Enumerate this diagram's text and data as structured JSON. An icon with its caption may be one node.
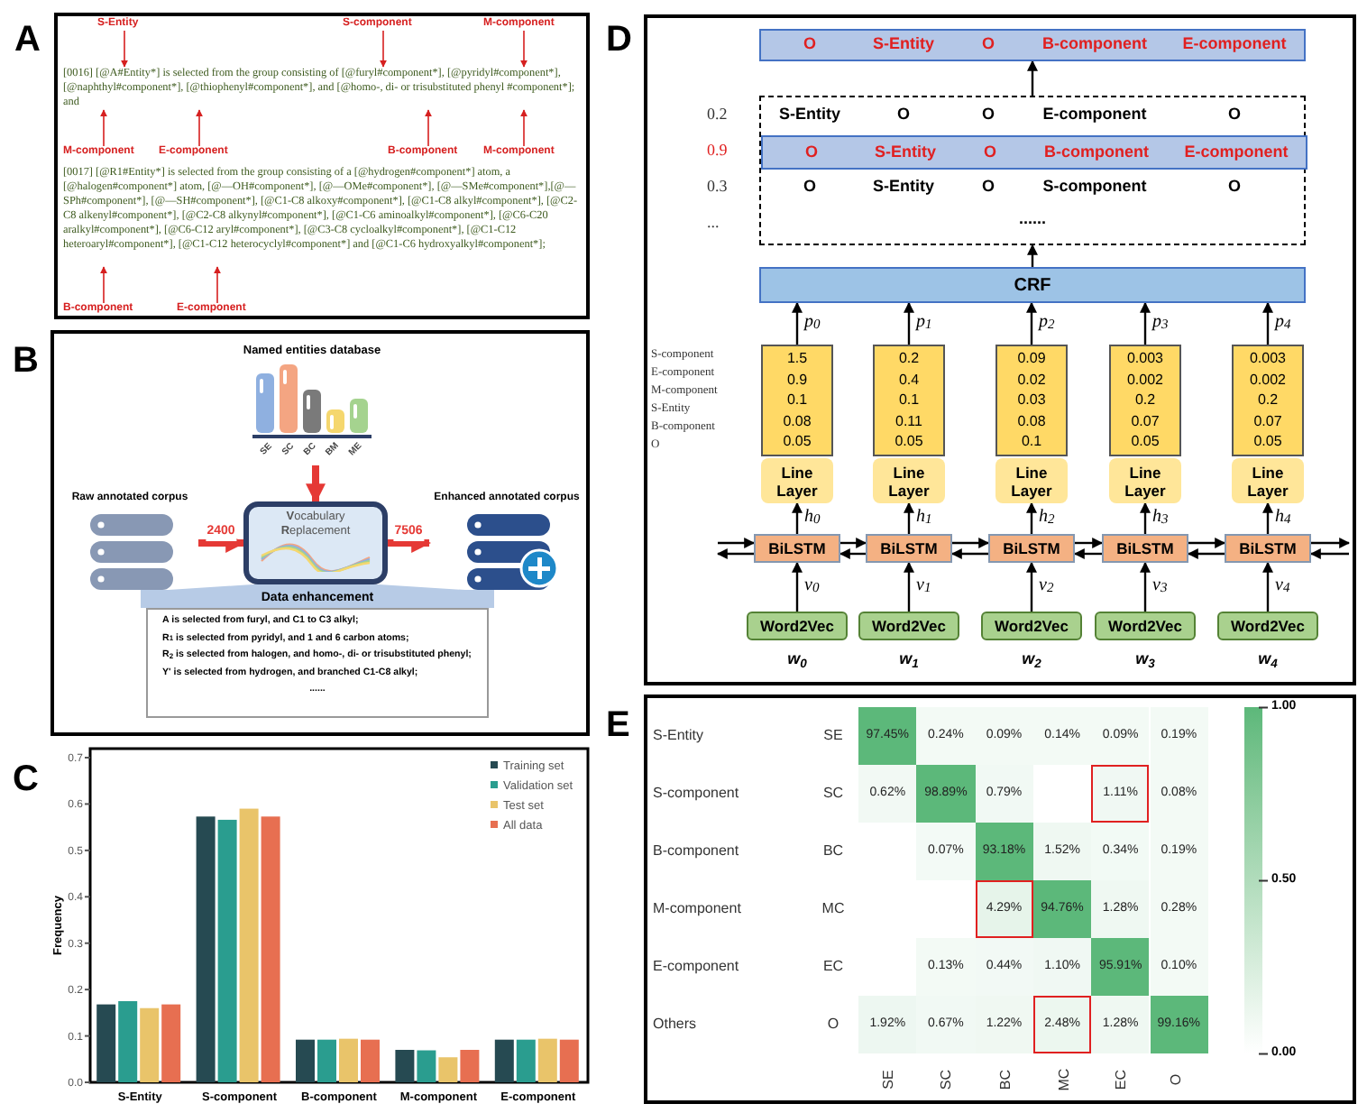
{
  "diagram": {
    "nodes": [
      {
        "text": [
          "S-Entity"
        ]
      },
      {
        "text": [
          "S-component"
        ]
      },
      {
        "text": [
          "M-component"
        ]
      },
      {
        "text": [
          "M-component"
        ]
      },
      {
        "text": [
          "E-component"
        ]
      },
      {
        "text": [
          "B-component"
        ]
      },
      {
        "text": [
          "M-component"
        ]
      },
      {
        "text": [
          "B-component"
        ]
      },
      {
        "text": [
          "E-component"
        ]
      },
      {
        "text": [
          "Named entities database"
        ],
        "beside": [
          "SE",
          "SC",
          "BC",
          "BM",
          "ME"
        ]
      },
      {
        "text": [
          "Raw annotated corpus"
        ]
      },
      {
        "text": [
          "**V**ocabulary **R**eplacement"
        ]
      },
      {
        "text": [
          "Enhanced annotated corpus"
        ]
      },
      {
        "text": [
          "Data enhancement",
          "A is selected from furyl, and C1 to C3 alkyl;",
          "R$_{1}$ is selected from pyridyl, and 1 and 6 carbon atoms;",
          "R$_{2}$ is selected from halogen, and homo-, di- or trisubstituted phenyl;",
          "Y' is selected from hydrogen, and branched C1-C8 alkyl;",
          "......"
        ]
      },
      {
        "text": [
          "O",
          "S-Entity",
          "O",
          "B-component",
          "E-component"
        ]
      },
      {
        "text": [
          "S-Entity",
          "O",
          "O",
          "E-component",
          "O",
          "O",
          "S-Entity",
          "O",
          "S-component",
          "O",
          "......"
        ]
      },
      {
        "text": [
          "O",
          "S-Entity",
          "O",
          "B-component",
          "E-component"
        ],
        "in": 15
      },
      {
        "text": [
          "CRF"
        ]
      },
      {
        "text": [
          "1.5",
          "0.9",
          "0.1",
          "0.08",
          "0.05"
        ]
      },
      {
        "text": [
          "0.2",
          "0.4",
          "0.1",
          "0.11",
          "0.05"
        ]
      },
      {
        "text": [
          "0.09",
          "0.02",
          "0.03",
          "0.08",
          "0.1"
        ]
      },
      {
        "text": [
          "0.003",
          "0.002",
          "0.2",
          "0.07",
          "0.05"
        ]
      },
      {
        "text": [
          "0.003",
          "0.002",
          "0.2",
          "0.07",
          "0.05"
        ]
      },
      {
        "text": [
          "Line Layer"
        ]
      },
      {
        "text": [
          "Line Layer"
        ]
      },
      {
        "text": [
          "Line Layer"
        ]
      },
      {
        "text": [
          "Line Layer"
        ]
      },
      {
        "text": [
          "Line Layer"
        ]
      },
      {
        "text": [
          "BiLSTM"
        ]
      },
      {
        "text": [
          "BiLSTM"
        ]
      },
      {
        "text": [
          "BiLSTM"
        ]
      },
      {
        "text": [
          "BiLSTM"
        ]
      },
      {
        "text": [
          "BiLSTM"
        ]
      },
      {
        "text": [
          "Word2Vec"
        ],
        "beside": [
          "w$_{0}$"
        ]
      },
      {
        "text": [
          "Word2Vec"
        ],
        "beside": [
          "w$_{1}$"
        ]
      },
      {
        "text": [
          "Word2Vec"
        ],
        "beside": [
          "w$_{2}$"
        ]
      },
      {
        "text": [
          "Word2Vec"
        ],
        "beside": [
          "w$_{3}$"
        ]
      },
      {
        "text": [
          "Word2Vec"
        ],
        "beside": [
          "w$_{4}$"
        ]
      },
      {
        "text": [
          "[0016] [@A#Entity*] is selected from the group consisting of [@furyl#component*], [@pyridyl#component*], [@naphthyl#component*], [@thiophenyl#component*], and [@homo-, di- or trisubstituted phenyl #component*]; and"
        ]
      },
      {
        "text": [
          "[0017] [@R1#Entity*] is selected from the group consisting of a [@hydrogen#component*] atom, a [@halogen#component*] atom, [@—OH#component*], [@—OMe#component*], [@—SMe#component*],[@—SPh#component*], [@—SH#component*], [@C1-C8 alkoxy#component*], [@C1-C8 alkyl#component*], [@C2-C8 alkenyl#component*], [@C2-C8 alkynyl#component*], [@C1-C6 aminoalkyl#component*], [@C6-C20 aralkyl#component*], [@C6-C12 aryl#component*], [@C3-C8 cycloalkyl#component*], [@C1-C12 heteroaryl#component*], [@C1-C12 heterocyclyl#component*] and [@C1-C6 hydroxyalkyl#component*];"
        ]
      }
    ],
    "edges": [
      {
        "from": 0,
        "to": 38,
        "arrow": "to",
        "color": "#d62020"
      },
      {
        "from": 1,
        "to": 38,
        "arrow": "to",
        "color": "#d62020"
      },
      {
        "from": 2,
        "to": 38,
        "arrow": "to",
        "color": "#d62020"
      },
      {
        "from": 3,
        "to": 38,
        "arrow": "to",
        "color": "#d62020"
      },
      {
        "from": 4,
        "to": 38,
        "arrow": "to",
        "color": "#d62020"
      },
      {
        "from": 5,
        "to": 38,
        "arrow": "to",
        "color": "#d62020"
      },
      {
        "from": 6,
        "to": 38,
        "arrow": "to",
        "color": "#d62020"
      },
      {
        "from": 7,
        "to": 39,
        "arrow": "to",
        "color": "#d62020"
      },
      {
        "from": 8,
        "to": 39,
        "arrow": "to",
        "color": "#d62020"
      },
      {
        "from": 9,
        "to": 11,
        "arrow": "to",
        "style": "thick",
        "color": "#e53935"
      },
      {
        "from": 10,
        "to": 11,
        "arrow": "to",
        "label": "2400",
        "style": "thick",
        "color": "#e53935"
      },
      {
        "from": 11,
        "to": 12,
        "arrow": "to",
        "label": "7506",
        "style": "thick",
        "color": "#e53935"
      },
      {
        "from": 15,
        "to": 14,
        "arrow": "to"
      },
      {
        "from": 17,
        "to": 15,
        "arrow": "to"
      },
      {
        "from": 18,
        "to": 17,
        "arrow": "to",
        "label": "p$_{0}$"
      },
      {
        "from": 19,
        "to": 17,
        "arrow": "to",
        "label": "p$_{1}$"
      },
      {
        "from": 20,
        "to": 17,
        "arrow": "to",
        "label": "p$_{2}$"
      },
      {
        "from": 21,
        "to": 17,
        "arrow": "to",
        "label": "p$_{3}$"
      },
      {
        "from": 22,
        "to": 17,
        "arrow": "to",
        "label": "p$_{4}$"
      },
      {
        "from": 28,
        "to": 23,
        "arrow": "to",
        "label": "h$_{0}$"
      },
      {
        "from": 29,
        "to": 24,
        "arrow": "to",
        "label": "h$_{1}$"
      },
      {
        "from": 30,
        "to": 25,
        "arrow": "to",
        "label": "h$_{2}$"
      },
      {
        "from": 31,
        "to": 26,
        "arrow": "to",
        "label": "h$_{3}$"
      },
      {
        "from": 32,
        "to": 27,
        "arrow": "to",
        "label": "h$_{4}$"
      },
      {
        "from": 33,
        "to": 28,
        "arrow": "to",
        "label": "v$_{0}$"
      },
      {
        "from": 34,
        "to": 29,
        "arrow": "to",
        "label": "v$_{1}$"
      },
      {
        "from": 35,
        "to": 30,
        "arrow": "to",
        "label": "v$_{2}$"
      },
      {
        "from": 36,
        "to": 31,
        "arrow": "to",
        "label": "v$_{3}$"
      },
      {
        "from": 37,
        "to": 32,
        "arrow": "to",
        "label": "v$_{4}$"
      },
      {
        "from": 28,
        "to": 29,
        "arrow": "to"
      },
      {
        "from": 29,
        "to": 30,
        "arrow": "to"
      },
      {
        "from": 30,
        "to": 31,
        "arrow": "to"
      },
      {
        "from": 31,
        "to": 32,
        "arrow": "to"
      },
      {
        "from": 29,
        "to": 28,
        "arrow": "to"
      },
      {
        "from": 30,
        "to": 29,
        "arrow": "to"
      },
      {
        "from": 31,
        "to": 30,
        "arrow": "to"
      },
      {
        "from": 32,
        "to": 31,
        "arrow": "to"
      },
      {
        "from": null,
        "to": 28,
        "arrow": "to"
      },
      {
        "from": 28,
        "to": null,
        "arrow": "to"
      },
      {
        "from": 32,
        "to": null,
        "arrow": "to"
      },
      {
        "from": null,
        "to": 32,
        "arrow": "to"
      }
    ],
    "labels": [
      "A",
      "B",
      "C",
      "D",
      "S-component",
      "E-component",
      "M-component",
      "S-Entity",
      "B-component",
      "O",
      "0.2",
      "0.9",
      "0.3",
      "...",
      "E",
      "S-Entity",
      "SE",
      "97.45%",
      "0.24%",
      "0.09%",
      "0.14%",
      "0.09%",
      "0.19%",
      "S-component",
      "SC",
      "0.62%",
      "98.89%",
      "0.79%",
      "1.11%",
      "0.08%",
      "B-component",
      "BC",
      "0.07%",
      "93.18%",
      "1.52%",
      "0.34%",
      "0.19%",
      "M-component",
      "MC",
      "4.29%",
      "94.76%",
      "1.28%",
      "0.28%",
      "E-component",
      "EC",
      "0.13%",
      "0.44%",
      "1.10%",
      "95.91%",
      "0.10%",
      "Others",
      "O",
      "1.92%",
      "0.67%",
      "1.22%",
      "2.48%",
      "1.28%",
      "99.16%",
      "1.00",
      "0.50",
      "0.00",
      "SE",
      "SC",
      "BC",
      "MC",
      "EC",
      "O"
    ],
    "chart_data": {
      "type": "bar",
      "ylabel": "Frequency",
      "categories": [
        "S-Entity",
        "S-component",
        "B-component",
        "M-component",
        "E-component"
      ],
      "series": [
        {
          "name": "Training set",
          "color": "#264a52",
          "values": [
            0.168,
            0.573,
            0.092,
            0.07,
            0.092
          ]
        },
        {
          "name": "Validation set",
          "color": "#2a9d8f",
          "values": [
            0.175,
            0.566,
            0.092,
            0.069,
            0.092
          ]
        },
        {
          "name": "Test set",
          "color": "#e9c46a",
          "values": [
            0.16,
            0.59,
            0.094,
            0.054,
            0.094
          ]
        },
        {
          "name": "All data",
          "color": "#e76f51",
          "values": [
            0.168,
            0.573,
            0.092,
            0.07,
            0.092
          ]
        }
      ],
      "ylim": [
        0,
        0.7
      ],
      "legend": "upper right",
      "yticks": [
        {
          "value": 0,
          "label": "0.0"
        },
        {
          "value": 0.1,
          "label": "0.1"
        },
        {
          "value": 0.2,
          "label": "0.2"
        },
        {
          "value": 0.3,
          "label": "0.3"
        },
        {
          "value": 0.4,
          "label": "0.4"
        },
        {
          "value": 0.5,
          "label": "0.5"
        },
        {
          "value": 0.6,
          "label": "0.6"
        },
        {
          "value": 0.7,
          "label": "0.7"
        }
      ]
    }
  }
}
